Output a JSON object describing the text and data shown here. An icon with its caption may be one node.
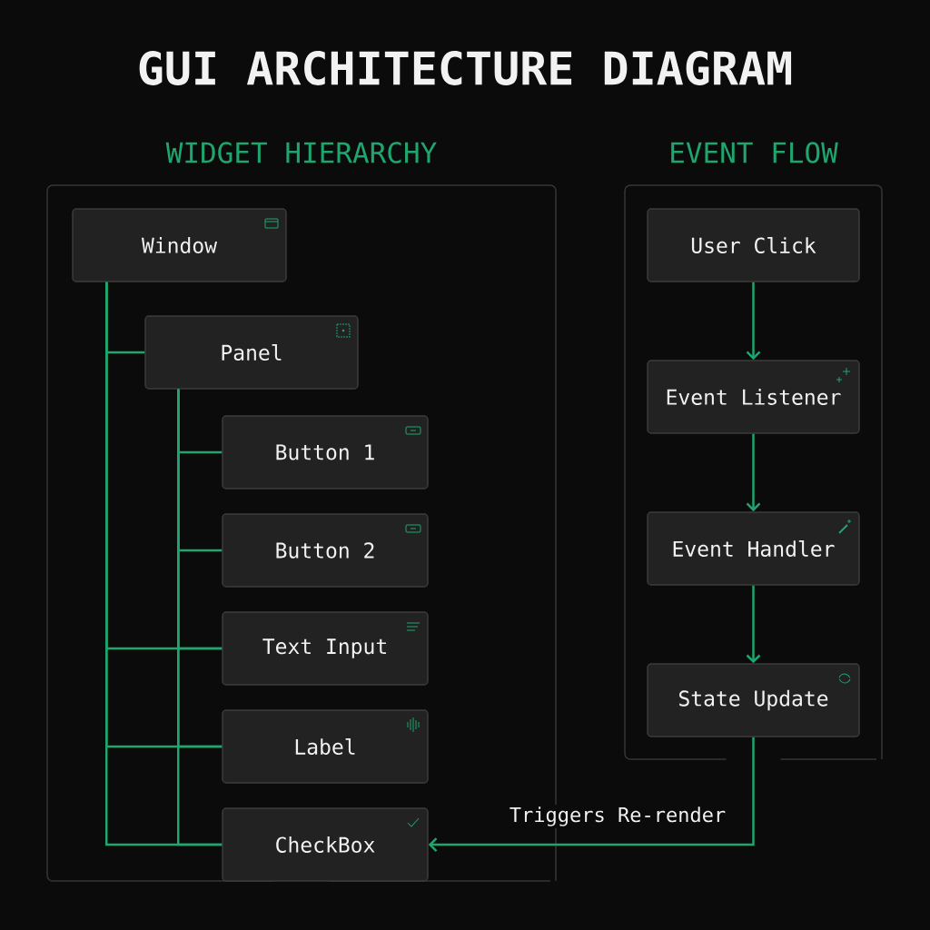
{
  "diagram": {
    "title": "GUI ARCHITECTURE DIAGRAM",
    "nodes": [
      {
        "text": [
          "WIDGET HIERARCHY"
        ]
      },
      {
        "text": [
          "Window"
        ],
        "in": 0
      },
      {
        "text": [
          "Panel"
        ],
        "in": 0
      },
      {
        "text": [
          "Button 1"
        ],
        "in": 0
      },
      {
        "text": [
          "Button 2"
        ],
        "in": 0
      },
      {
        "text": [
          "Text Input"
        ],
        "in": 0
      },
      {
        "text": [
          "Label"
        ],
        "in": 0
      },
      {
        "text": [
          "CheckBox"
        ],
        "in": 0
      },
      {
        "text": [
          "EVENT FLOW"
        ]
      },
      {
        "text": [
          "User Click"
        ],
        "in": 8
      },
      {
        "text": [
          "Event Listener"
        ],
        "in": 8
      },
      {
        "text": [
          "Event Handler"
        ],
        "in": 8
      },
      {
        "text": [
          "State Update"
        ],
        "in": 8
      }
    ],
    "edges": [
      {
        "from": 1,
        "to": 2,
        "arrow": "none"
      },
      {
        "from": 1,
        "to": 5,
        "arrow": "none"
      },
      {
        "from": 1,
        "to": 6,
        "arrow": "none"
      },
      {
        "from": 1,
        "to": 7,
        "arrow": "none"
      },
      {
        "from": 2,
        "to": 3,
        "arrow": "none"
      },
      {
        "from": 2,
        "to": 4,
        "arrow": "none"
      },
      {
        "from": 2,
        "to": 5,
        "arrow": "none"
      },
      {
        "from": 2,
        "to": 6,
        "arrow": "none"
      },
      {
        "from": 2,
        "to": 7,
        "arrow": "none"
      },
      {
        "from": 9,
        "to": 10,
        "arrow": "to"
      },
      {
        "from": 10,
        "to": 11,
        "arrow": "to"
      },
      {
        "from": 11,
        "to": 12,
        "arrow": "to"
      },
      {
        "from": 12,
        "to": 7,
        "arrow": "to",
        "label": "Triggers Re-render"
      }
    ]
  }
}
